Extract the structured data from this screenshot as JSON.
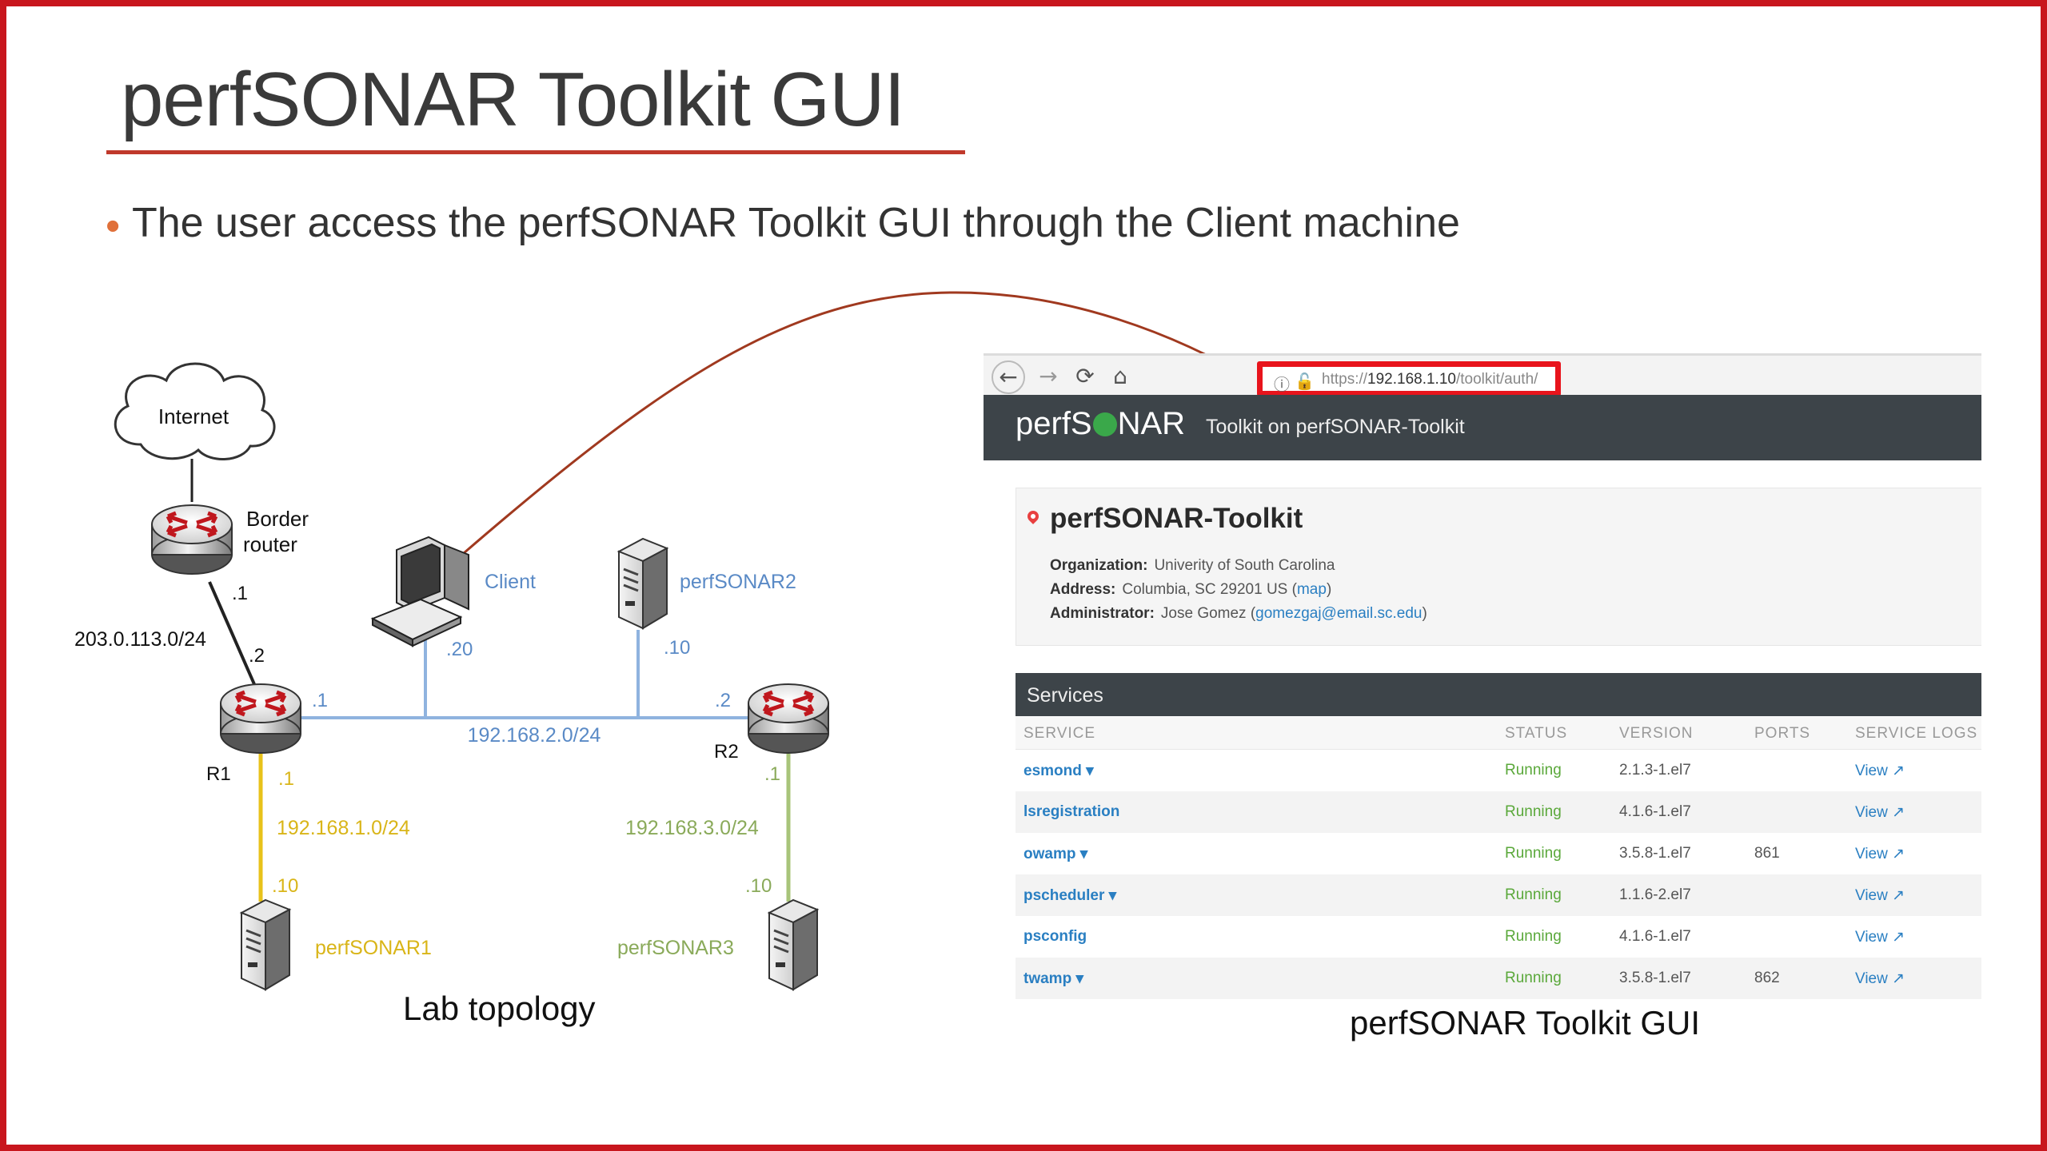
{
  "slide": {
    "title": "perfSONAR Toolkit GUI",
    "bullet": "The user access the perfSONAR Toolkit GUI through the Client machine",
    "colors": {
      "border": "#c8161d",
      "title_rule": "#c0392b",
      "bullet_dot": "#e0703a",
      "arrow": "#a0391f"
    }
  },
  "topology": {
    "caption": "Lab topology",
    "internet": "Internet",
    "border_router": [
      "Border",
      "router"
    ],
    "border_router_if": ".1",
    "wan_subnet": "203.0.113.0/24",
    "r1_wan_if": ".2",
    "r1": "R1",
    "r1_lan_if": ".1",
    "r1_south_if": ".1",
    "r2": "R2",
    "r2_lan_if": ".2",
    "r2_south_if": ".1",
    "client": "Client",
    "client_if": ".20",
    "ps2": "perfSONAR2",
    "ps2_if": ".10",
    "lan_subnet": "192.168.2.0/24",
    "left_subnet": "192.168.1.0/24",
    "ps1_if": ".10",
    "ps1": "perfSONAR1",
    "right_subnet": "192.168.3.0/24",
    "ps3_if": ".10",
    "ps3": "perfSONAR3",
    "colors": {
      "lan": "#8fb3df",
      "left": "#e8c21a",
      "right": "#a8c47a",
      "label_blue": "#5a8ac6",
      "label_yellow": "#d9b518",
      "label_green": "#8aaa5a"
    }
  },
  "browser": {
    "nav": {
      "back": "←",
      "forward": "→",
      "reload": "⟳",
      "home": "⌂",
      "info": "ⓘ",
      "lock": "🔓"
    },
    "url_prefix": "https://",
    "url_host": "192.168.1.10",
    "url_path": "/toolkit/auth/",
    "logo_left": "perfS",
    "logo_right": "NAR",
    "subtitle": "Toolkit on perfSONAR-Toolkit",
    "host_name": "perfSONAR-Toolkit",
    "organization_label": "Organization:",
    "organization": "Univerity of South Carolina",
    "address_label": "Address:",
    "address": "Columbia, SC 29201 US (",
    "address_link": "map",
    "address_end": ")",
    "admin_label": "Administrator:",
    "admin": "Jose Gomez (",
    "admin_email": "gomezgaj@email.sc.edu",
    "admin_end": ")",
    "services_title": "Services",
    "columns": [
      "SERVICE",
      "STATUS",
      "VERSION",
      "PORTS",
      "SERVICE LOGS"
    ],
    "services": [
      {
        "name": "esmond ▾",
        "status": "Running",
        "version": "2.1.3-1.el7",
        "ports": "",
        "log": "View ↗"
      },
      {
        "name": "lsregistration",
        "status": "Running",
        "version": "4.1.6-1.el7",
        "ports": "",
        "log": "View ↗"
      },
      {
        "name": "owamp ▾",
        "status": "Running",
        "version": "3.5.8-1.el7",
        "ports": "861",
        "log": "View ↗"
      },
      {
        "name": "pscheduler ▾",
        "status": "Running",
        "version": "1.1.6-2.el7",
        "ports": "",
        "log": "View ↗"
      },
      {
        "name": "psconfig",
        "status": "Running",
        "version": "4.1.6-1.el7",
        "ports": "",
        "log": "View ↗"
      },
      {
        "name": "twamp ▾",
        "status": "Running",
        "version": "3.5.8-1.el7",
        "ports": "862",
        "log": "View ↗"
      }
    ],
    "caption": "perfSONAR Toolkit GUI"
  }
}
